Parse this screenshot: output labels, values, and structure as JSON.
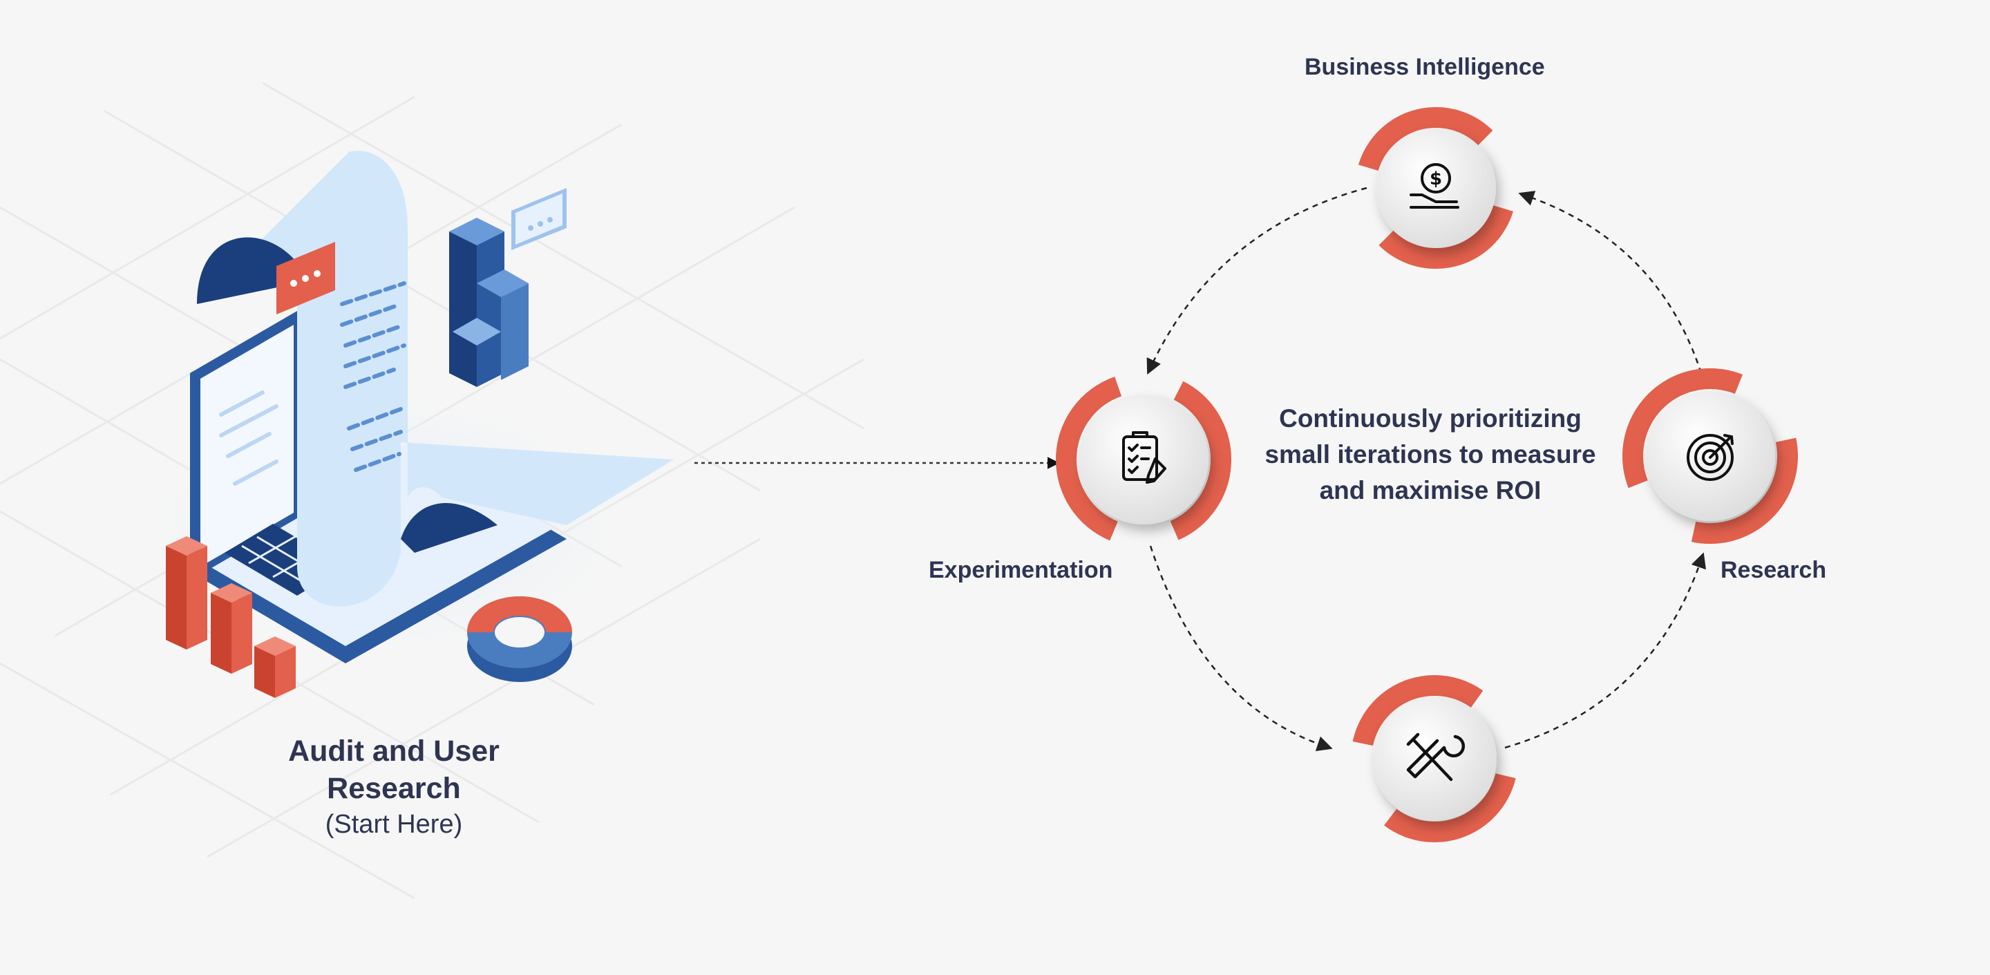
{
  "diagram": {
    "start_node": {
      "title": "Audit and User Research",
      "subtitle": "(Start Here)"
    },
    "cycle_nodes": [
      {
        "label": "Business Intelligence",
        "icon": "money-hand-icon"
      },
      {
        "label": "Research",
        "icon": "target-icon"
      },
      {
        "label": "",
        "icon": "tools-icon"
      },
      {
        "label": "Experimentation",
        "icon": "checklist-icon"
      }
    ],
    "center_text": "Continuously prioritizing small iterations to measure and maximise ROI"
  },
  "colors": {
    "accent": "#e2604c",
    "navy": "#1b3f7d",
    "mid_blue": "#4a7dc0",
    "light_blue": "#d3e7fb",
    "text": "#2e3452",
    "background": "#f6f6f6"
  }
}
